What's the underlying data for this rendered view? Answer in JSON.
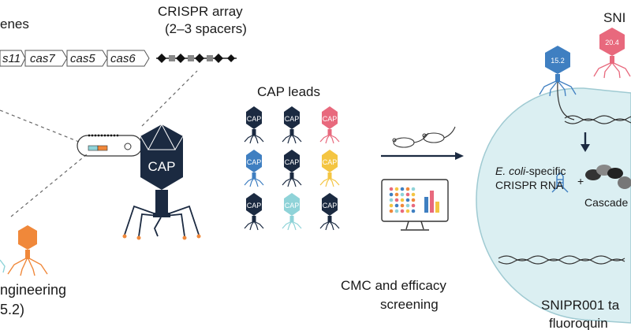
{
  "headings": {
    "genes_fragment": "enes",
    "crispr_array_title": "CRISPR array",
    "crispr_array_sub": "(2–3 spacers)",
    "cap_leads": "CAP leads",
    "snipr_fragment": "SNI",
    "engineering_fragment": "ngineering",
    "engineering_sub_fragment": "5.2)",
    "cmc_line1": "CMC and efficacy",
    "cmc_line2": "screening",
    "bottom_right_line1": "SNIPR001 ta",
    "bottom_right_line2": "fluoroquin"
  },
  "genes": [
    "s11",
    "cas7",
    "cas5",
    "cas6"
  ],
  "phage_labels": {
    "main": "CAP",
    "lead": "CAP",
    "blue_phage": "15.2",
    "pink_phage": "20.4"
  },
  "cell": {
    "rna_line1_italic": "E. coli",
    "rna_line1_rest": "-specific",
    "rna_line2": "CRISPR RNA",
    "plus": "+",
    "cascade": "Cascade"
  },
  "colors": {
    "navy": "#1b2a41",
    "blue": "#3f7fc1",
    "pink": "#e8697d",
    "yellow": "#f4c542",
    "cyan": "#8fd3d8",
    "orange": "#f0883a",
    "cell_fill": "#dbeff2",
    "cell_stroke": "#9fcad2"
  },
  "cap_grid": [
    [
      "navy",
      "navy",
      "pink"
    ],
    [
      "blue",
      "navy",
      "yellow"
    ],
    [
      "navy",
      "cyan",
      "navy"
    ]
  ]
}
